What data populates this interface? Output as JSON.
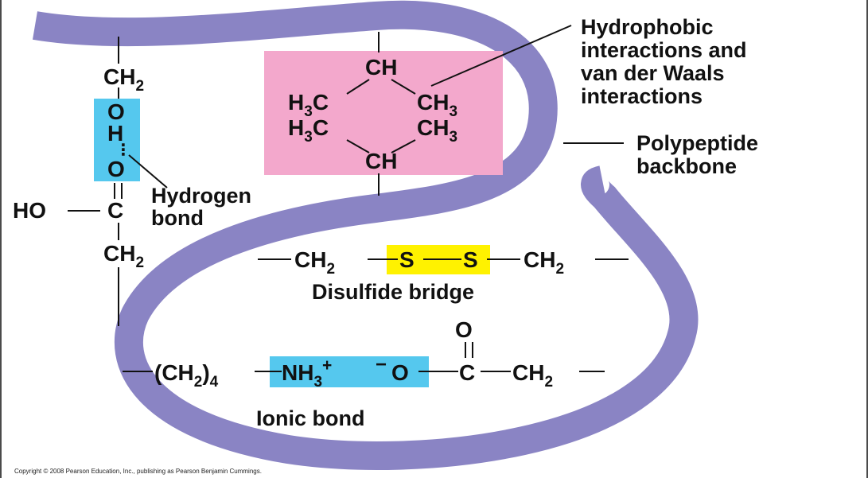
{
  "colors": {
    "backbone": "#8a84c4",
    "hydrophobic_box": "#f3a8cc",
    "hydrogen_box": "#55c8ee",
    "ionic_box": "#55c8ee",
    "disulfide_box": "#fff200",
    "text": "#111111"
  },
  "labels": {
    "hydrophobic": [
      "Hydrophobic",
      "interactions and",
      "van der Waals",
      "interactions"
    ],
    "backbone": [
      "Polypeptide",
      "backbone"
    ],
    "hydrogen": [
      "Hydrogen",
      "bond"
    ],
    "disulfide": "Disulfide bridge",
    "ionic": "Ionic bond"
  },
  "hbond": {
    "ch2_top": "CH",
    "ch2_top_sub": "2",
    "o1": "O",
    "h": "H",
    "dots": "⋮",
    "o2": "O",
    "ho": "HO",
    "c": "C",
    "ch2_bottom": "CH",
    "ch2_bottom_sub": "2"
  },
  "hydrophobic_group": {
    "ch_top": "CH",
    "h3c_left_1": "H",
    "h3c_left_1_sub": "3",
    "h3c_left_1_tail": "C",
    "ch3_right_1": "CH",
    "ch3_right_1_sub": "3",
    "h3c_left_2": "H",
    "h3c_left_2_sub": "3",
    "h3c_left_2_tail": "C",
    "ch3_right_2": "CH",
    "ch3_right_2_sub": "3",
    "ch_bottom": "CH"
  },
  "disulfide_group": {
    "ch2_left": "CH",
    "ch2_left_sub": "2",
    "s1": "S",
    "s2": "S",
    "ch2_right": "CH",
    "ch2_right_sub": "2"
  },
  "ionic_group": {
    "ch2_chain": "(CH",
    "ch2_chain_sub": "2",
    "ch2_chain_close": ")",
    "ch2_chain_count": "4",
    "nh3": "NH",
    "nh3_sub": "3",
    "nh3_charge": "+",
    "o_minus_charge": "−",
    "o_minus": "O",
    "o_top": "O",
    "c": "C",
    "ch2_right": "CH",
    "ch2_right_sub": "2"
  },
  "footer": {
    "copyright": "Copyright © 2008 Pearson Education, Inc., publishing as Pearson Benjamin Cummings."
  }
}
